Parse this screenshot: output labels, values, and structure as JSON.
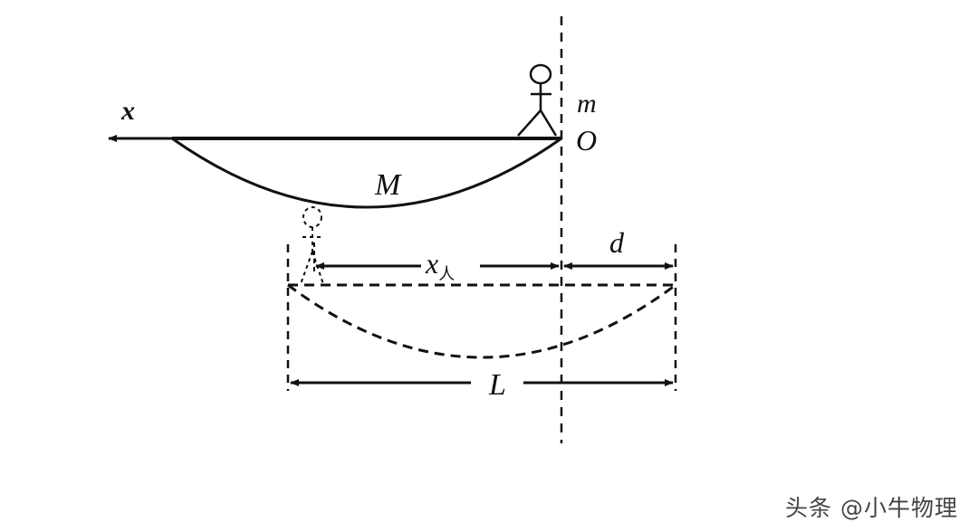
{
  "diagram": {
    "labels": {
      "x_axis": "x",
      "person_mass": "m",
      "origin": "O",
      "boat_mass": "M",
      "person_displacement": "x",
      "person_displacement_sub": "人",
      "boat_displacement": "d",
      "boat_length": "L"
    }
  },
  "watermark": "头条 @小牛物理",
  "colors": {
    "ink": "#111111",
    "background": "#ffffff"
  }
}
